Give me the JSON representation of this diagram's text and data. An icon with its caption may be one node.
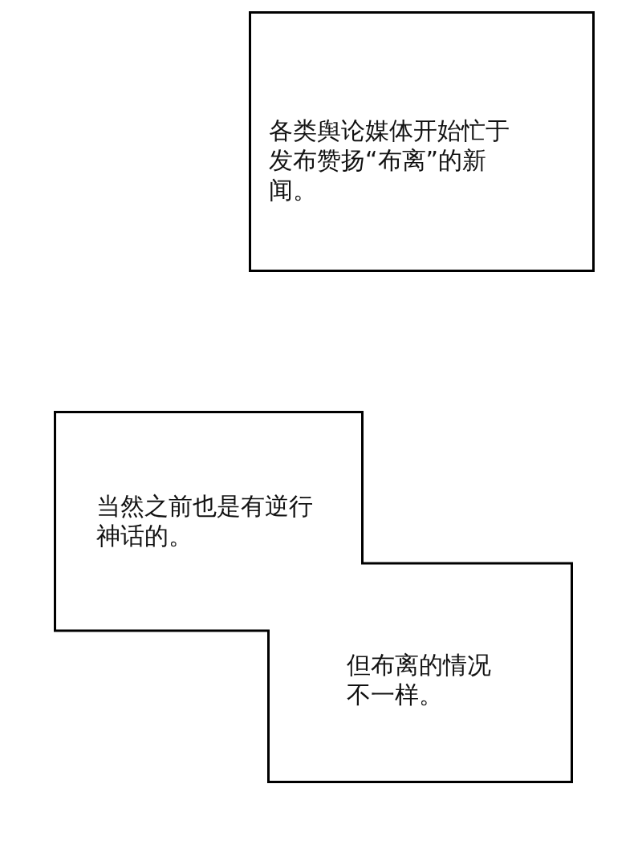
{
  "diagram": {
    "nodes": [
      {
        "text": [
          "各类舆论媒体开始忙于发布赞扬“布离”的新闻。"
        ]
      },
      {
        "text": [
          "当然之前也是有逆行神话的。",
          "但布离的情况不一样。"
        ]
      }
    ]
  }
}
